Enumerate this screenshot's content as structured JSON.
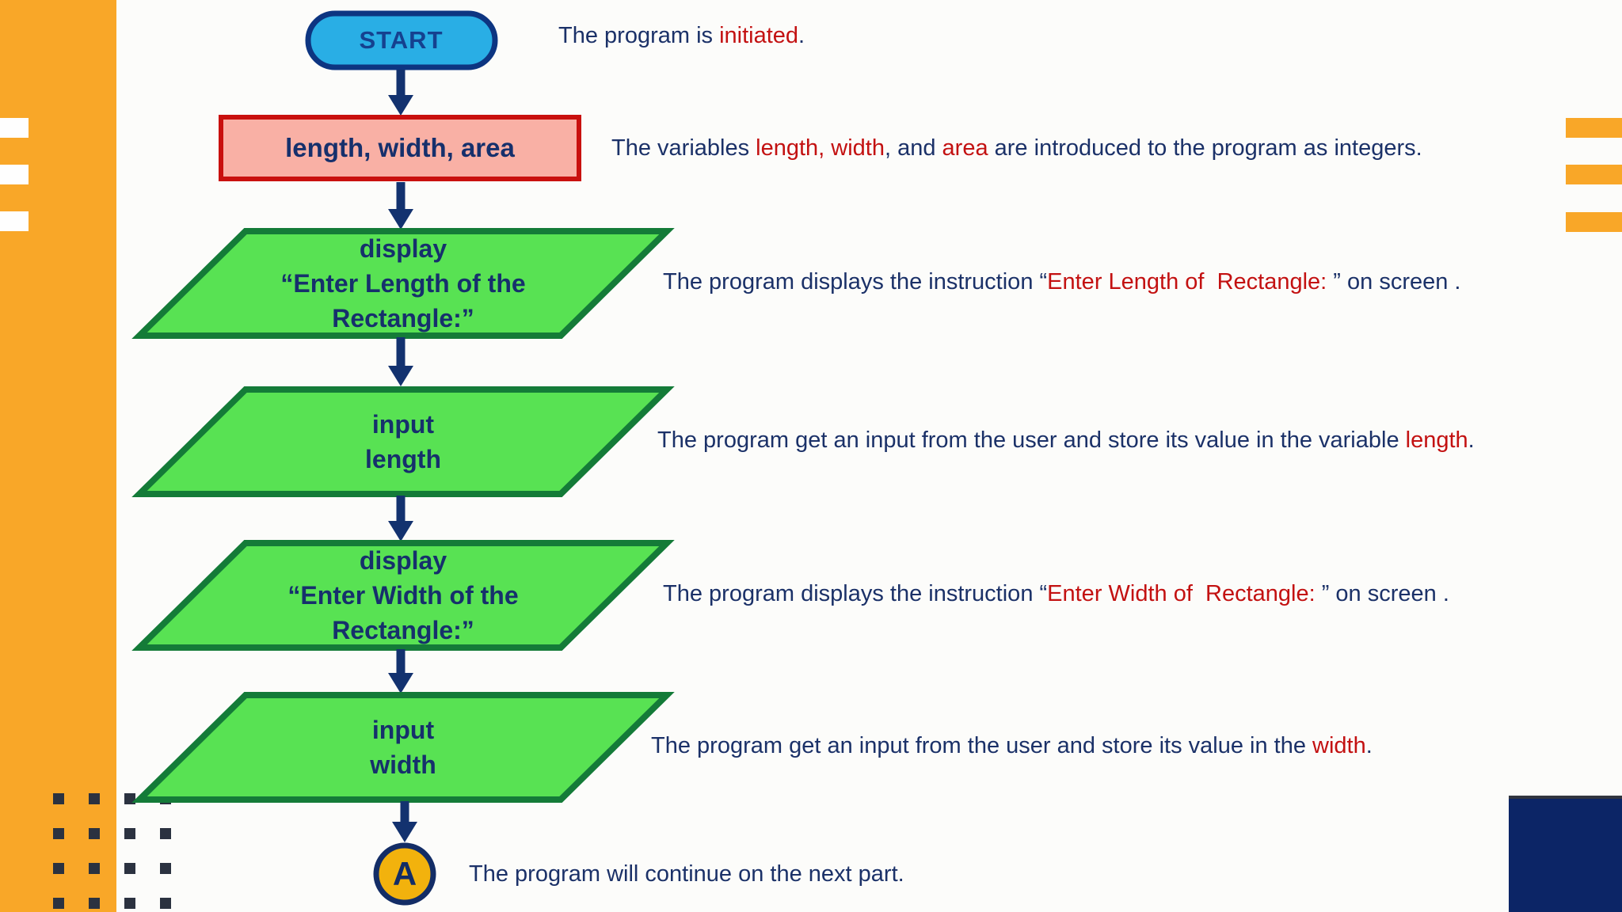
{
  "slide": {
    "background": "#FCFCFA"
  },
  "colors": {
    "accent_orange": "#F9A728",
    "navy_text": "#1B3168",
    "red_text": "#C31111",
    "terminator_fill": "#29AEE5",
    "terminator_border": "#0D3581",
    "process_fill": "#F9B0A5",
    "process_border": "#C9100E",
    "io_fill": "#58E253",
    "io_border": "#147B38",
    "arrow": "#13326F",
    "connector_fill": "#F2B20D",
    "connector_border": "#132D66",
    "corner_block": "#0C2566",
    "dot_color": "#2B3240"
  },
  "flowchart": {
    "start_label": "START",
    "declare_label": "length, width, area",
    "display_length_label": "display\n“Enter Length of the\nRectangle:”",
    "input_length_label": "input\nlength",
    "display_width_label": "display\n“Enter Width of the\nRectangle:”",
    "input_width_label": "input\nwidth",
    "connector_label": "A"
  },
  "annotations": [
    {
      "name": "start-note",
      "segments": [
        {
          "text": "The program is ",
          "red": false
        },
        {
          "text": "initiated",
          "red": true
        },
        {
          "text": ".",
          "red": false
        }
      ]
    },
    {
      "name": "declare-note",
      "segments": [
        {
          "text": "The variables ",
          "red": false
        },
        {
          "text": "length, width",
          "red": true
        },
        {
          "text": ", and ",
          "red": false
        },
        {
          "text": "area",
          "red": true
        },
        {
          "text": " are introduced to the program as integers.",
          "red": false
        }
      ]
    },
    {
      "name": "display-length-note",
      "segments": [
        {
          "text": "The program displays the instruction “",
          "red": false
        },
        {
          "text": "Enter Length of  Rectangle: ",
          "red": true
        },
        {
          "text": "” on screen .",
          "red": false
        }
      ]
    },
    {
      "name": "input-length-note",
      "segments": [
        {
          "text": "The program get an input from the user and store its value in the variable ",
          "red": false
        },
        {
          "text": "length",
          "red": true
        },
        {
          "text": ".",
          "red": false
        }
      ]
    },
    {
      "name": "display-width-note",
      "segments": [
        {
          "text": "The program displays the instruction “",
          "red": false
        },
        {
          "text": "Enter Width of  Rectangle: ",
          "red": true
        },
        {
          "text": "” on screen .",
          "red": false
        }
      ]
    },
    {
      "name": "input-width-note",
      "segments": [
        {
          "text": "The program get an input from the user and store its value in the ",
          "red": false
        },
        {
          "text": "width",
          "red": true
        },
        {
          "text": ".",
          "red": false
        }
      ]
    },
    {
      "name": "continue-note",
      "segments": [
        {
          "text": "The program will continue on the next part.",
          "red": false
        }
      ]
    }
  ]
}
